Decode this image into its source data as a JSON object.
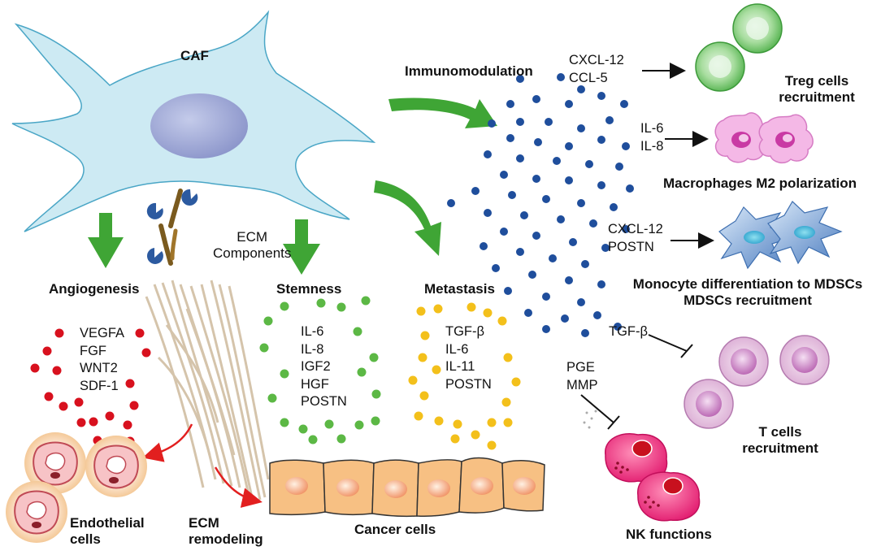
{
  "caf_label": "CAF",
  "ecm": {
    "components_line1": "ECM",
    "components_line2": "Components",
    "remodeling_line1": "ECM",
    "remodeling_line2": "remodeling"
  },
  "angiogenesis": {
    "title": "Angiogenesis",
    "factors": [
      "VEGFA",
      "FGF",
      "WNT2",
      "SDF-1"
    ],
    "target_line1": "Endothelial",
    "target_line2": "cells"
  },
  "stemness": {
    "title": "Stemness",
    "factors": [
      "IL-6",
      "IL-8",
      "IGF2",
      "HGF",
      "POSTN"
    ]
  },
  "metastasis": {
    "title": "Metastasis",
    "factors": [
      "TGF-β",
      "IL-6",
      "IL-11",
      "POSTN"
    ]
  },
  "cancer_cells_label": "Cancer cells",
  "immunomodulation": {
    "title": "Immunomodulation",
    "treg": {
      "signals": [
        "CXCL-12",
        "CCL-5"
      ],
      "label_line1": "Treg cells",
      "label_line2": "recruitment"
    },
    "macrophage": {
      "signals": [
        "IL-6",
        "IL-8"
      ],
      "label": "Macrophages M2 polarization"
    },
    "mdsc": {
      "signals": [
        "CXCL-12",
        "POSTN"
      ],
      "label_line1": "Monocyte differentiation to MDSCs",
      "label_line2": "MDSCs recruitment"
    },
    "tcell": {
      "signal": "TGF-β",
      "label_line1": "T cells",
      "label_line2": "recruitment"
    },
    "nk": {
      "signals": [
        "PGE",
        "MMP"
      ],
      "label": "NK functions"
    }
  },
  "colors": {
    "caf_cell": "#cdeaf3",
    "nucleus": "#9aa6d6",
    "arrow_green": "#3fa535",
    "blue_dot": "#1f4e9c",
    "red_dot": "#d8111e",
    "green_dot": "#5cb845",
    "yellow_dot": "#f3c01b",
    "cancer_cell": "#f7c083",
    "nk_cell": "#f0357a",
    "red_arrow": "#e21f1f"
  }
}
